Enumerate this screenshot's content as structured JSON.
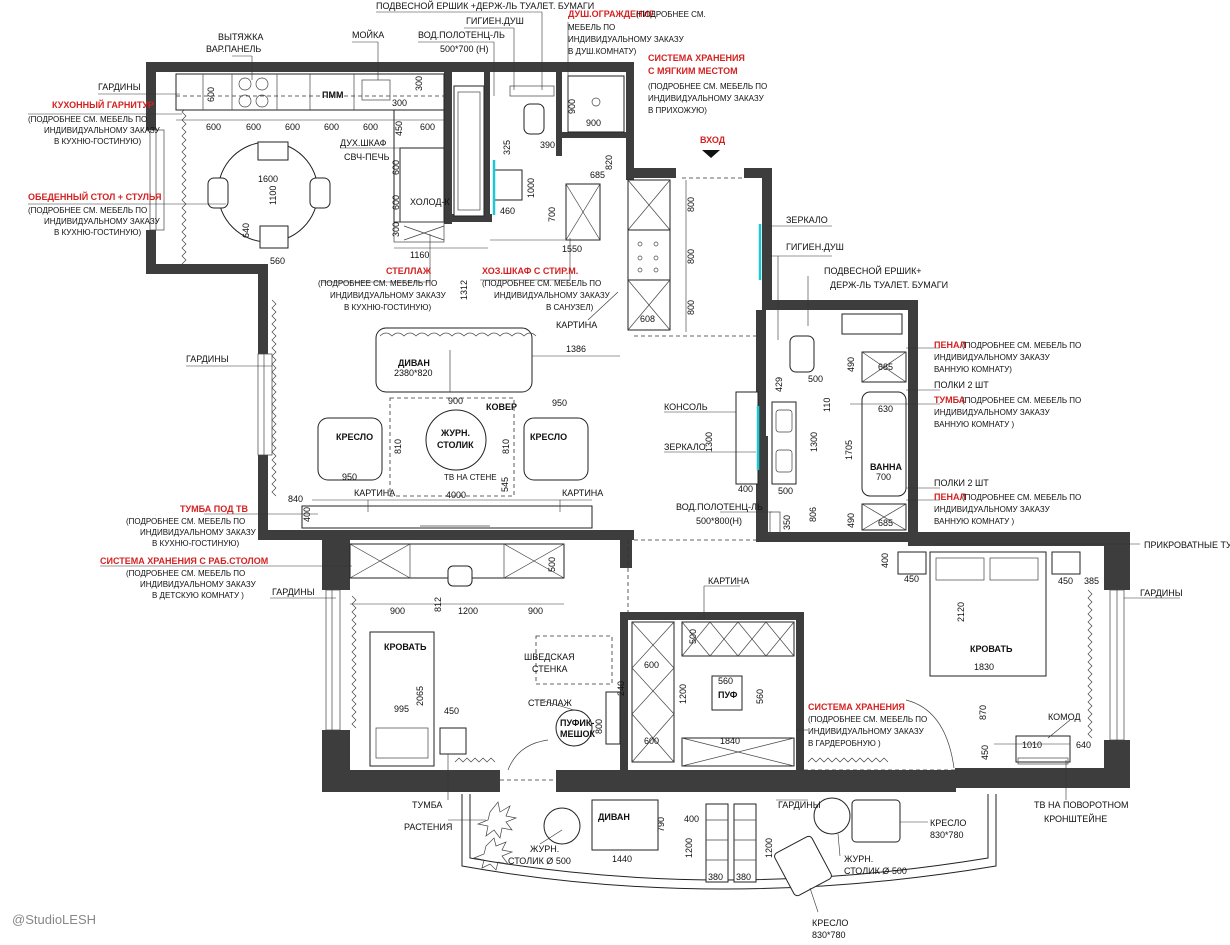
{
  "credit": "@StudioLESH",
  "entrance": "ВХОД",
  "rooms": {
    "kitchen": {
      "fridge": "ХОЛОД-К",
      "pmm": "ПММ",
      "table_dim": "1600",
      "table_depth": "1100"
    },
    "living": {
      "sofa": "ДИВАН",
      "sofa_size": "2380*820",
      "armchair_l": "КРЕСЛО",
      "armchair_r": "КРЕСЛО",
      "coffee_table_l1": "ЖУРН.",
      "coffee_table_l2": "СТОЛИК",
      "rug": "КОВЕР",
      "tv_wall": "ТВ НА СТЕНЕ"
    },
    "bath": {
      "tub": "ВАННА",
      "tub_size": "700"
    },
    "kids": {
      "bed": "КРОВАТЬ",
      "bag_l1": "ПУФИК-",
      "bag_l2": "МЕШОК",
      "swedish_l1": "ШВЕДСКАЯ",
      "swedish_l2": "СТЕНКА",
      "shelf": "СТЕЛЛАЖ"
    },
    "wardrobe": {
      "pouf": "ПУФ"
    },
    "bedroom": {
      "bed": "КРОВАТЬ",
      "bed_w": "1830",
      "bed_l": "2120"
    },
    "balcony": {
      "sofa": "ДИВАН"
    }
  },
  "labels": {
    "curtains": "ГАРДИНЫ",
    "kitchen_set": "КУХОННЫЙ ГАРНИТУР",
    "kitchen_note": [
      "(ПОДРОБНЕЕ СМ. МЕБЕЛЬ ПО",
      "ИНДИВИДУАЛЬНОМУ ЗАКАЗУ",
      "В КУХНЮ-ГОСТИНУЮ)"
    ],
    "dining": "ОБЕДЕННЫЙ СТОЛ + СТУЛЬЯ",
    "dining_note": [
      "(ПОДРОБНЕЕ СМ. МЕБЕЛЬ ПО",
      "ИНДИВИДУАЛЬНОМУ ЗАКАЗУ",
      "В КУХНЮ-ГОСТИНУЮ)"
    ],
    "curtains2": "ГАРДИНЫ",
    "tv_stand": "ТУМБА ПОД ТВ",
    "tv_note": [
      "(ПОДРОБНЕЕ СМ. МЕБЕЛЬ ПО",
      "ИНДИВИДУАЛЬНОМУ ЗАКАЗУ",
      "В КУХНЮ-ГОСТИНУЮ)"
    ],
    "storage_desk": "СИСТЕМА ХРАНЕНИЯ С РАБ.СТОЛОМ",
    "storage_desk_note": [
      "(ПОДРОБНЕЕ СМ. МЕБЕЛЬ ПО",
      "ИНДИВИДУАЛЬНОМУ ЗАКАЗУ",
      "В ДЕТСКУЮ КОМНАТУ )"
    ],
    "curtains3": "ГАРДИНЫ",
    "hood_l1": "ВЫТЯЖКА",
    "hood_l2": "ВАР.ПАНЕЛЬ",
    "sink": "МОЙКА",
    "brush_top": "ПОДВЕСНОЙ ЕРШИК +ДЕРЖ-ЛЬ ТУАЛЕТ. БУМАГИ",
    "hyg_shower": "ГИГИЕН.ДУШ",
    "towel_top_l1": "ВОД.ПОЛОТЕНЦ-ЛЬ",
    "towel_top_l2": "500*700 (Н)",
    "shower_guard": "ДУШ.ОГРАЖДЕНИЕ",
    "shower_guard_note": [
      "(ПОДРОБНЕЕ СМ.",
      "МЕБЕЛЬ ПО",
      "ИНДИВИДУАЛЬНОМУ ЗАКАЗУ",
      "В ДУШ.КОМНАТУ)"
    ],
    "storage_soft_l1": "СИСТЕМА ХРАНЕНИЯ",
    "storage_soft_l2": "С МЯГКИМ МЕСТОМ",
    "storage_soft_note": [
      "(ПОДРОБНЕЕ СМ. МЕБЕЛЬ ПО",
      "ИНДИВИДУАЛЬНОМУ ЗАКАЗУ",
      "В ПРИХОЖУЮ)"
    ],
    "oven_l1": "ДУХ.ШКАФ",
    "oven_l2": "СВЧ-ПЕЧЬ",
    "shelving": "СТЕЛЛАЖ",
    "shelving_note": [
      "(ПОДРОБНЕЕ СМ. МЕБЕЛЬ ПО",
      "ИНДИВИДУАЛЬНОМУ ЗАКАЗУ",
      "В КУХНЮ-ГОСТИНУЮ)"
    ],
    "utility": "ХОЗ.ШКАФ С СТИР.М.",
    "utility_note": [
      "(ПОДРОБНЕЕ СМ. МЕБЕЛЬ ПО",
      "ИНДИВИДУАЛЬНОМУ ЗАКАЗУ",
      "В САНУЗЕЛ)"
    ],
    "picture1": "КАРТИНА",
    "mirror1": "ЗЕРКАЛО",
    "hyg_shower2": "ГИГИЕН.ДУШ",
    "brush2_l1": "ПОДВЕСНОЙ ЕРШИК+",
    "brush2_l2": "ДЕРЖ-ЛЬ ТУАЛЕТ. БУМАГИ",
    "pencil1": "ПЕНАЛ",
    "pencil1_note": [
      " (ПОДРОБНЕЕ СМ. МЕБЕЛЬ ПО",
      "ИНДИВИДУАЛЬНОМУ ЗАКАЗУ",
      "ВАННУЮ КОМНАТУ)"
    ],
    "shelves1": "ПОЛКИ 2 ШТ",
    "vanity": "ТУМБА",
    "vanity_note": [
      " (ПОДРОБНЕЕ СМ. МЕБЕЛЬ ПО",
      "ИНДИВИДУАЛЬНОМУ ЗАКАЗУ",
      "ВАННУЮ КОМНАТУ )"
    ],
    "console": "КОНСОЛЬ",
    "mirror2": "ЗЕРКАЛО",
    "shelves2": "ПОЛКИ 2 ШТ",
    "pencil2": "ПЕНАЛ",
    "pencil2_note": [
      " (ПОДРОБНЕЕ СМ. МЕБЕЛЬ ПО",
      "ИНДИВИДУАЛЬНОМУ ЗАКАЗУ",
      "ВАННУЮ КОМНАТУ )"
    ],
    "towel2_l1": "ВОД.ПОЛОТЕНЦ-ЛЬ",
    "towel2_l2": "500*800(Н)",
    "picture_l": "КАРТИНА",
    "picture_r": "КАРТИНА",
    "bedside": "ПРИКРОВАТНЫЕ ТУМБЫ",
    "curtains4": "ГАРДИНЫ",
    "picture3": "КАРТИНА",
    "storage_wardrobe": "СИСТЕМА ХРАНЕНИЯ",
    "storage_wardrobe_note": [
      "(ПОДРОБНЕЕ СМ. МЕБЕЛЬ ПО",
      "ИНДИВИДУАЛЬНОМУ ЗАКАЗУ",
      "В ГАРДЕРОБНУЮ )"
    ],
    "dresser": "КОМОД",
    "tv_rot_l1": "ТВ НА ПОВОРОТНОМ",
    "tv_rot_l2": "КРОНШТЕЙНЕ",
    "nightstand": "ТУМБА",
    "plants": "РАСТЕНИЯ",
    "coffee_l1": "ЖУРН.",
    "coffee_l2": "СТОЛИК Ø 500",
    "curtains5": "ГАРДИНЫ",
    "armchair1_l1": "КРЕСЛО",
    "armchair1_l2": "830*780",
    "coffee2_l1": "ЖУРН.",
    "coffee2_l2": "СТОЛИК Ø 500",
    "armchair2_l1": "КРЕСЛО",
    "armchair2_l2": "830*780"
  },
  "dims": {
    "k600a": "600",
    "k600b": "600",
    "k600c": "600",
    "k600d": "600",
    "k600e": "600",
    "k600f": "600",
    "k300": "300",
    "k300b": "300",
    "k450": "450",
    "k600v": "600",
    "k600v2": "600",
    "k600v3": "600",
    "k300v": "300",
    "k1160": "1160",
    "k1312": "1312",
    "k640": "640",
    "k560": "560",
    "k1386": "1386",
    "k900": "900",
    "k950": "950",
    "k810a": "810",
    "k810b": "810",
    "k950b": "950",
    "k4000": "4000",
    "k545": "545",
    "k840": "840",
    "k400": "400",
    "b325": "325",
    "b390": "390",
    "b820": "820",
    "b685": "685",
    "b1000": "1000",
    "b460": "460",
    "b700": "700",
    "b1550": "1550",
    "b900": "900",
    "b900b": "900",
    "h800a": "800",
    "h800b": "800",
    "h800c": "800",
    "h608": "608",
    "w500": "500",
    "w490": "490",
    "w685": "685",
    "w429": "429",
    "w110": "110",
    "w1300": "1300",
    "w1300b": "1300",
    "w1705": "1705",
    "w630": "630",
    "w400": "400",
    "w500b": "500",
    "w806": "806",
    "w350": "350",
    "w490b": "490",
    "w685b": "685",
    "c900": "900",
    "c812": "812",
    "c1200": "1200",
    "c900b": "900",
    "c500": "500",
    "c995": "995",
    "c2065": "2065",
    "c450": "450",
    "g500": "500",
    "g600": "600",
    "g1200": "1200",
    "g560": "560",
    "g560b": "560",
    "g600b": "600",
    "g1840": "1840",
    "g800": "800",
    "g240": "240",
    "r400": "400",
    "r450": "450",
    "r450b": "450",
    "r385": "385",
    "r870": "870",
    "r450c": "450",
    "r1010": "1010",
    "r640": "640",
    "p790": "790",
    "p1440": "1440",
    "p400": "400",
    "p1200": "1200",
    "p1200b": "1200",
    "p380": "380",
    "p380b": "380"
  }
}
